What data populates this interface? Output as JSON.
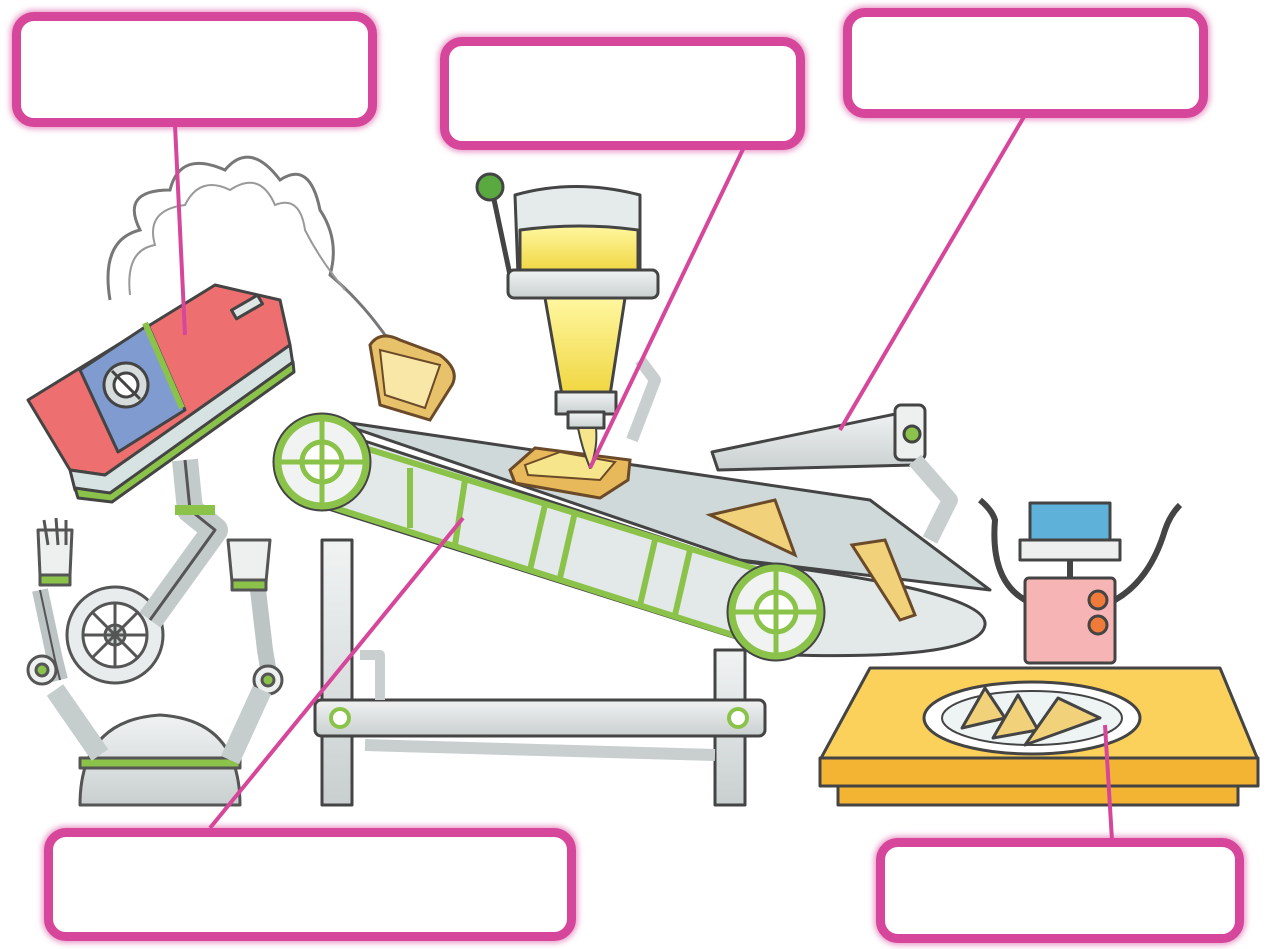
{
  "diagram": {
    "accent_color": "#d6479b",
    "labels": [
      {
        "id": "toaster",
        "text": ""
      },
      {
        "id": "butter-dispenser",
        "text": ""
      },
      {
        "id": "robot-arm",
        "text": ""
      },
      {
        "id": "conveyor-belt",
        "text": ""
      },
      {
        "id": "plate",
        "text": ""
      }
    ]
  }
}
